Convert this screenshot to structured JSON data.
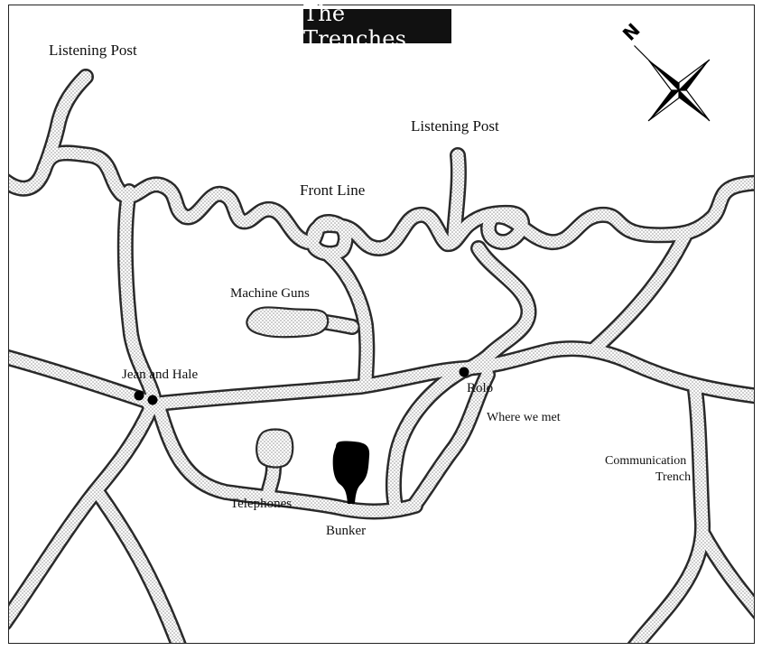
{
  "title": "The Trenches",
  "labels": {
    "listening_post_left": "Listening Post",
    "listening_post_right": "Listening Post",
    "front_line": "Front Line",
    "machine_guns": "Machine Guns",
    "jean_and_hale": "Jean and Hale",
    "rolo": "Rolo",
    "where_we_met": "Where we met",
    "telephones": "Telephones",
    "bunker": "Bunker",
    "communication_line1": "Communication",
    "communication_line2": "Trench"
  },
  "compass": {
    "north_label": "N"
  },
  "colors": {
    "trench_fill": "#d9d9d9",
    "trench_outline": "#2a2a2a",
    "bunker": "#000000",
    "title_bg": "#111111",
    "title_text": "#ffffff"
  }
}
